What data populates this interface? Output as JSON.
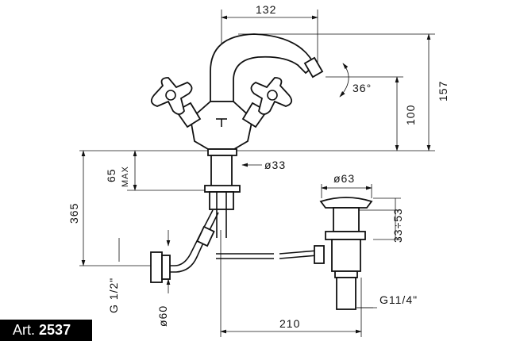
{
  "article": {
    "prefix": "Art.",
    "number": "2537"
  },
  "dimensions": {
    "spout_reach": "132",
    "swivel_angle": "36°",
    "total_height": "157",
    "spout_height": "100",
    "max_thickness": "65",
    "max_label": "MAX",
    "shank_diameter": "ø33",
    "waste_diameter": "ø63",
    "waste_height": "33÷53",
    "overall_depth": "365",
    "inlet_thread": "G 1/2\"",
    "rosette_diameter": "ø60",
    "waste_distance": "210",
    "waste_thread": "G11/4\""
  }
}
